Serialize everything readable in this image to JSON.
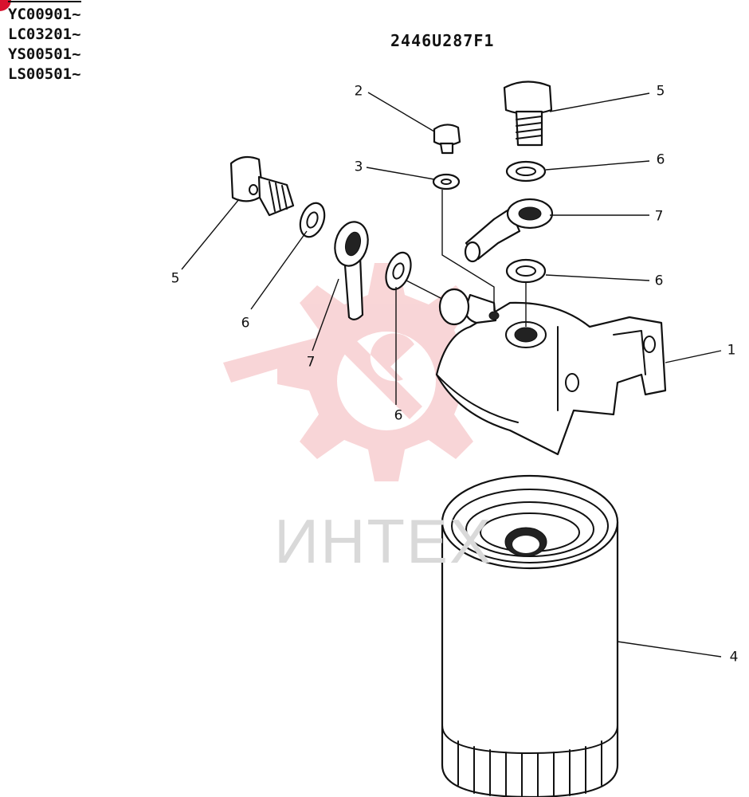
{
  "serials": [
    "YC00901~",
    "LC03201~",
    "YS00501~",
    "LS00501~"
  ],
  "drawing_number": "2446U287F1",
  "watermark": {
    "text": "ИНТЕХ",
    "color": "#f4c3c5",
    "icon": "gear-wrench-logo"
  },
  "callouts": [
    {
      "id": "c1",
      "label": "1"
    },
    {
      "id": "c2",
      "label": "2"
    },
    {
      "id": "c3",
      "label": "3"
    },
    {
      "id": "c4",
      "label": "4"
    },
    {
      "id": "c5a",
      "label": "5"
    },
    {
      "id": "c5b",
      "label": "5"
    },
    {
      "id": "c6a",
      "label": "6"
    },
    {
      "id": "c6b",
      "label": "6"
    },
    {
      "id": "c6c",
      "label": "6"
    },
    {
      "id": "c6d",
      "label": "6"
    },
    {
      "id": "c7a",
      "label": "7"
    },
    {
      "id": "c7b",
      "label": "7"
    }
  ]
}
